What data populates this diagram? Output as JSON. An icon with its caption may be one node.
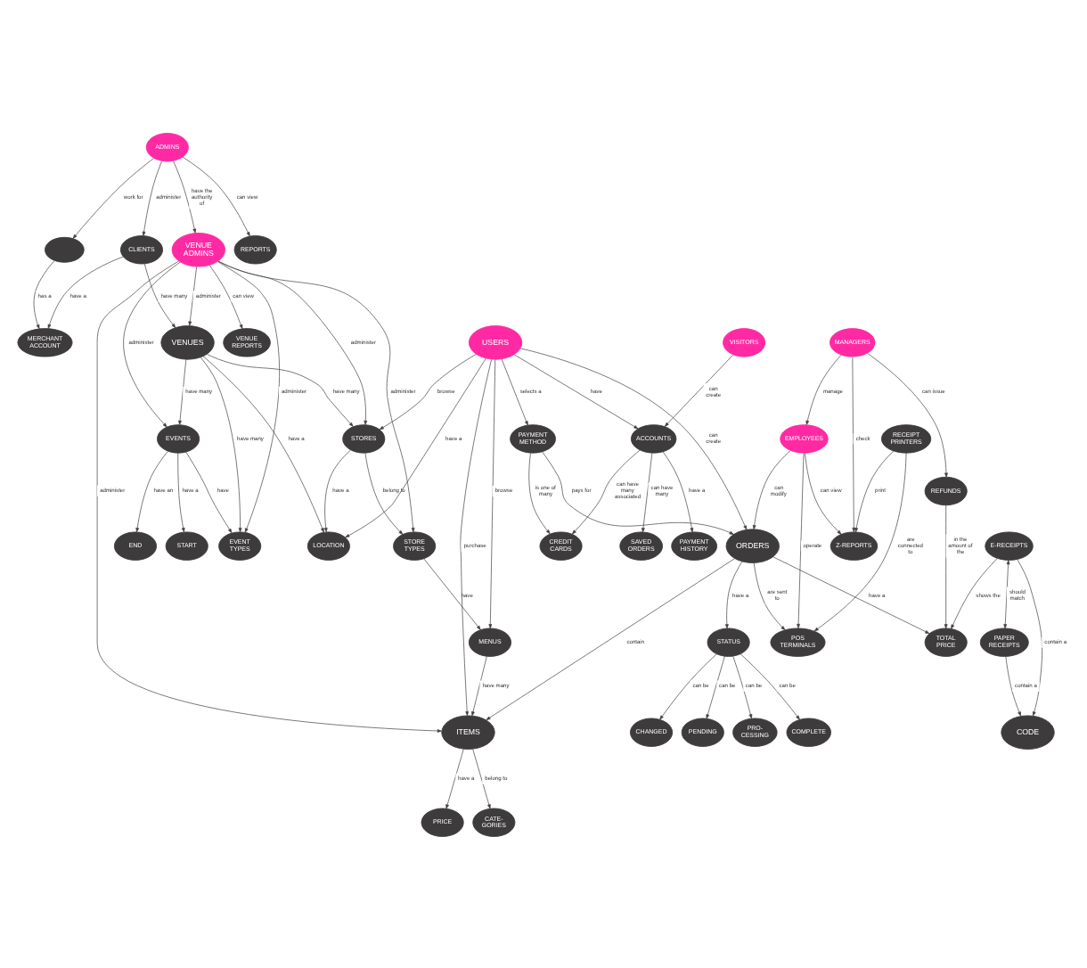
{
  "diagram": {
    "nodes": [
      {
        "text": [],
        "shape": "circle"
      },
      {
        "text": [
          "MERCHANT ACCOUNT"
        ]
      },
      {
        "text": [
          "END"
        ]
      },
      {
        "text": [
          "START"
        ]
      },
      {
        "text": [
          "EVENTS"
        ]
      },
      {
        "text": [
          "CLIENTS"
        ]
      },
      {
        "text": [
          "ADMINS"
        ]
      },
      {
        "text": [
          "REPORTS"
        ]
      },
      {
        "text": [
          "EVENT TYPES"
        ]
      },
      {
        "text": [
          "VENUES"
        ]
      },
      {
        "text": [
          "SAVED ORDERS"
        ]
      },
      {
        "text": [
          "VISITORS"
        ]
      },
      {
        "text": [
          "PAYMENT HISTORY"
        ]
      },
      {
        "text": [
          "ACCOUNTS"
        ]
      },
      {
        "text": [
          "LOCATION"
        ]
      },
      {
        "text": [
          "VENUE ADMINS"
        ]
      },
      {
        "text": [
          "VENUE REPORTS"
        ]
      },
      {
        "text": [
          "STORES"
        ]
      },
      {
        "text": [
          "CREDIT CARDS"
        ]
      },
      {
        "text": [
          "STORE TYPES"
        ]
      },
      {
        "text": [
          "USERS"
        ]
      },
      {
        "text": [
          "MENUS"
        ]
      },
      {
        "text": [
          "PAYMENT METHOD"
        ]
      },
      {
        "text": [
          "PENDING"
        ]
      },
      {
        "text": [
          "PRO- CESSING"
        ]
      },
      {
        "text": [
          "COMPLETE"
        ]
      },
      {
        "text": [
          "STATUS"
        ]
      },
      {
        "text": [
          "CHANGED"
        ]
      },
      {
        "text": [
          "ITEMS"
        ]
      },
      {
        "text": [
          "ORDERS"
        ]
      },
      {
        "text": [
          "RECEIPT PRINTERS"
        ]
      },
      {
        "text": [
          "PRICE"
        ]
      },
      {
        "text": [
          "POS TERMINALS"
        ]
      },
      {
        "text": [
          "TOTAL PRICE"
        ]
      },
      {
        "text": [
          "CATE- GORIES"
        ]
      },
      {
        "text": [
          "EMPLOYEES"
        ]
      },
      {
        "text": [
          "Z-REPORTS"
        ]
      },
      {
        "text": [
          "E-RECEIPTS"
        ]
      },
      {
        "text": [
          "MANAGERS"
        ]
      },
      {
        "text": [
          "REFUNDS"
        ]
      },
      {
        "text": [
          "CODE"
        ]
      },
      {
        "text": [
          "PAPER RECEIPTS"
        ]
      }
    ],
    "edges": [
      {
        "from": 0,
        "to": 1,
        "arrow": "to",
        "label": "has a"
      },
      {
        "from": 6,
        "to": 0,
        "arrow": "to",
        "label": "work for"
      },
      {
        "from": 6,
        "to": 5,
        "arrow": "to",
        "label": "administer"
      },
      {
        "from": 5,
        "to": 1,
        "arrow": "to",
        "label": "have a"
      },
      {
        "from": 4,
        "to": 2,
        "arrow": "to",
        "label": "have an"
      },
      {
        "from": 4,
        "to": 3,
        "arrow": "to",
        "label": "have a"
      },
      {
        "from": 4,
        "to": 8,
        "arrow": "to",
        "label": "have"
      },
      {
        "from": 6,
        "to": 7,
        "arrow": "to",
        "label": "can view"
      },
      {
        "from": 6,
        "to": 15,
        "arrow": "to",
        "label": "have the authority of"
      },
      {
        "from": 15,
        "to": 4,
        "arrow": "to",
        "label": "administer"
      },
      {
        "from": 15,
        "to": 8,
        "arrow": "to",
        "label": "administer"
      },
      {
        "from": 15,
        "to": 9,
        "arrow": "to",
        "label": "administer"
      },
      {
        "from": 9,
        "to": 4,
        "arrow": "to",
        "label": "have many"
      },
      {
        "from": 9,
        "to": 8,
        "arrow": "to",
        "label": "have many"
      },
      {
        "from": 5,
        "to": 9,
        "arrow": "to",
        "label": "have many"
      },
      {
        "from": 9,
        "to": 14,
        "arrow": "to",
        "label": "have a"
      },
      {
        "from": 9,
        "to": 17,
        "arrow": "to",
        "label": "have many"
      },
      {
        "from": 15,
        "to": 17,
        "arrow": "to",
        "label": "administer"
      },
      {
        "from": 15,
        "to": 19,
        "arrow": "to",
        "label": "administer"
      },
      {
        "from": 15,
        "to": 16,
        "arrow": "to",
        "label": "can view"
      },
      {
        "from": 15,
        "to": 28,
        "arrow": "to",
        "label": "administer"
      },
      {
        "from": 17,
        "to": 19,
        "arrow": "to",
        "label": "belong to"
      },
      {
        "from": 17,
        "to": 14,
        "arrow": "to",
        "label": "have a"
      },
      {
        "from": 20,
        "to": 17,
        "arrow": "to",
        "label": "browse"
      },
      {
        "from": 19,
        "to": 21,
        "arrow": "to",
        "label": "have"
      },
      {
        "from": 20,
        "to": 21,
        "arrow": "to",
        "label": "browse"
      },
      {
        "from": 21,
        "to": 28,
        "arrow": "to",
        "label": "have many"
      },
      {
        "from": 20,
        "to": 28,
        "arrow": "to",
        "label": "purchase"
      },
      {
        "from": 20,
        "to": 14,
        "arrow": "to",
        "label": "have a"
      },
      {
        "from": 20,
        "to": 13,
        "arrow": "to",
        "label": "have"
      },
      {
        "from": 11,
        "to": 13,
        "arrow": "to",
        "label": "can create"
      },
      {
        "from": 13,
        "to": 10,
        "arrow": "to",
        "label": "can have many"
      },
      {
        "from": 13,
        "to": 12,
        "arrow": "to",
        "label": "have a"
      },
      {
        "from": 13,
        "to": 18,
        "arrow": "to",
        "label": "can have many associated"
      },
      {
        "from": 22,
        "to": 18,
        "arrow": "to",
        "label": "is one of many"
      },
      {
        "from": 20,
        "to": 22,
        "arrow": "to",
        "label": "selects a"
      },
      {
        "from": 20,
        "to": 29,
        "arrow": "to",
        "label": "can create"
      },
      {
        "from": 22,
        "to": 29,
        "arrow": "to",
        "label": "pays for"
      },
      {
        "from": 29,
        "to": 26,
        "arrow": "to",
        "label": "have a"
      },
      {
        "from": 26,
        "to": 23,
        "arrow": "to",
        "label": "can be"
      },
      {
        "from": 26,
        "to": 24,
        "arrow": "to",
        "label": "can be"
      },
      {
        "from": 26,
        "to": 25,
        "arrow": "to",
        "label": "can be"
      },
      {
        "from": 26,
        "to": 27,
        "arrow": "to",
        "label": "can be"
      },
      {
        "from": 29,
        "to": 28,
        "arrow": "to",
        "label": "contain"
      },
      {
        "from": 28,
        "to": 31,
        "arrow": "to",
        "label": "have a"
      },
      {
        "from": 28,
        "to": 34,
        "arrow": "to",
        "label": "belong to"
      },
      {
        "from": 29,
        "to": 32,
        "arrow": "to",
        "label": "are sent to"
      },
      {
        "from": 30,
        "to": 32,
        "arrow": "to",
        "label": "are connected to"
      },
      {
        "from": 30,
        "to": 36,
        "arrow": "to",
        "label": "print"
      },
      {
        "from": 29,
        "to": 33,
        "arrow": "to",
        "label": "have a"
      },
      {
        "from": 35,
        "to": 29,
        "arrow": "to",
        "label": "can modify"
      },
      {
        "from": 35,
        "to": 32,
        "arrow": "to",
        "label": "operate"
      },
      {
        "from": 35,
        "to": 36,
        "arrow": "to",
        "label": "can view"
      },
      {
        "from": 38,
        "to": 35,
        "arrow": "to",
        "label": "manage"
      },
      {
        "from": 38,
        "to": 36,
        "arrow": "to",
        "label": "check"
      },
      {
        "from": 38,
        "to": 39,
        "arrow": "to",
        "label": "can issue"
      },
      {
        "from": 39,
        "to": 33,
        "arrow": "to",
        "label": "in the amount of the"
      },
      {
        "from": 37,
        "to": 33,
        "arrow": "to",
        "label": "shows the"
      },
      {
        "from": 37,
        "to": 40,
        "arrow": "to",
        "label": "contain a"
      },
      {
        "from": 41,
        "to": 40,
        "arrow": "to",
        "label": "contain a"
      },
      {
        "from": 37,
        "to": 41,
        "arrow": "both",
        "label": "should match"
      }
    ]
  }
}
